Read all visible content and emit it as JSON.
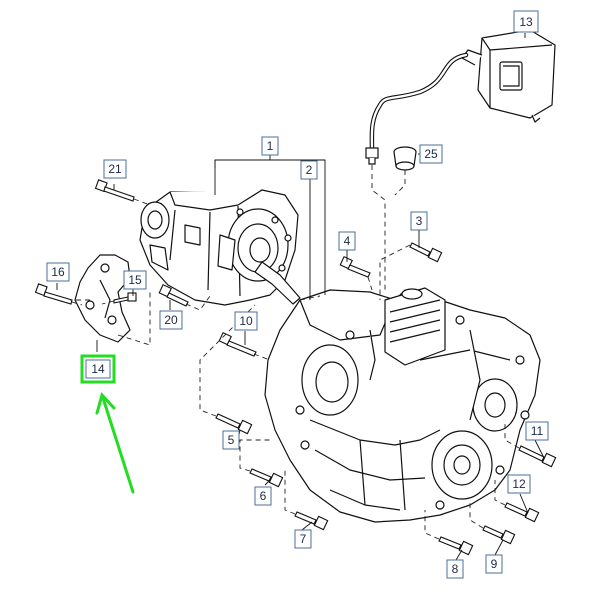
{
  "diagram": {
    "callouts": [
      {
        "id": "c1",
        "label": "1"
      },
      {
        "id": "c2",
        "label": "2"
      },
      {
        "id": "c3",
        "label": "3"
      },
      {
        "id": "c4",
        "label": "4"
      },
      {
        "id": "c5",
        "label": "5"
      },
      {
        "id": "c6",
        "label": "6"
      },
      {
        "id": "c7",
        "label": "7"
      },
      {
        "id": "c8",
        "label": "8"
      },
      {
        "id": "c9",
        "label": "9"
      },
      {
        "id": "c10",
        "label": "10"
      },
      {
        "id": "c11",
        "label": "11"
      },
      {
        "id": "c12",
        "label": "12"
      },
      {
        "id": "c13",
        "label": "13"
      },
      {
        "id": "c14",
        "label": "14"
      },
      {
        "id": "c15",
        "label": "15"
      },
      {
        "id": "c16",
        "label": "16"
      },
      {
        "id": "c20",
        "label": "20"
      },
      {
        "id": "c21",
        "label": "21"
      },
      {
        "id": "c25",
        "label": "25"
      }
    ],
    "highlighted_callout": "14",
    "colors": {
      "outline": "#111111",
      "callout_border": "#4a6f9a",
      "callout_text": "#1a2a4a",
      "highlight": "#22dd22",
      "arrow": "#22dd22"
    }
  }
}
